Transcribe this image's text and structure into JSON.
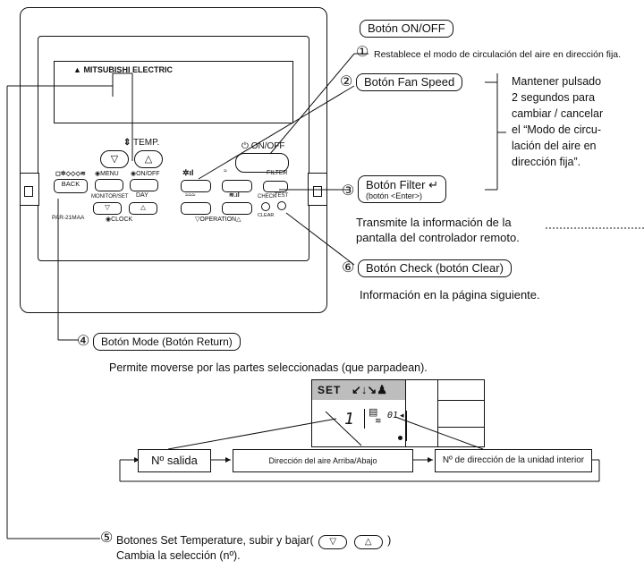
{
  "remote": {
    "brand": "MITSUBISHI ELECTRIC",
    "model": "PAR-21MAA",
    "temp_label": "TEMP.",
    "onoff_label": "ON/OFF",
    "filter_label": "FILTER",
    "back_label": "BACK",
    "menu_label": "MENU",
    "onoff_small_label": "ON/OFF",
    "monitor_set_label": "MONITOR/SET",
    "day_label": "DAY",
    "clock_label": "CLOCK",
    "operation_label": "OPERATION",
    "check_label": "CHECK",
    "test_label": "TEST",
    "clear_label": "CLEAR",
    "down_arrow": "▽",
    "up_arrow": "△"
  },
  "callouts": {
    "c1": {
      "number": "①",
      "title": "Botón ON/OFF",
      "desc": "Restablece el modo de circulación del aire en dirección fija."
    },
    "c2": {
      "number": "②",
      "title": "Botón Fan Speed",
      "desc_lines": [
        "Mantener pulsado",
        "2 segundos para",
        "cambiar / cancelar",
        "el “Modo de circu-",
        "lación del aire en",
        "dirección fija”."
      ]
    },
    "c3": {
      "number": "③",
      "title": "Botón Filter ↵",
      "subtitle": "(botón <Enter>)",
      "desc_lines": [
        "Transmite la información de la",
        "pantalla del controlador remoto."
      ]
    },
    "c4": {
      "number": "④",
      "title": "Botón Mode (Botón Return)",
      "desc": "Permite moverse por las partes seleccionadas (que parpadean)."
    },
    "c5": {
      "number": "⑤",
      "title": "Botones Set Temperature, subir y bajar(",
      "title_end": ")",
      "desc": "Cambia la selección (nº)."
    },
    "c6": {
      "number": "⑥",
      "title": "Botón Check (botón Clear)",
      "desc": "Información en la página siguiente."
    }
  },
  "display": {
    "set_label": "SET",
    "outlet_number": "1",
    "unit_number": "01"
  },
  "flow": {
    "step1": "Nº salida",
    "step2": "Dirección del aire Arriba/Abajo",
    "step3": "Nº de dirección de la unidad interior"
  }
}
